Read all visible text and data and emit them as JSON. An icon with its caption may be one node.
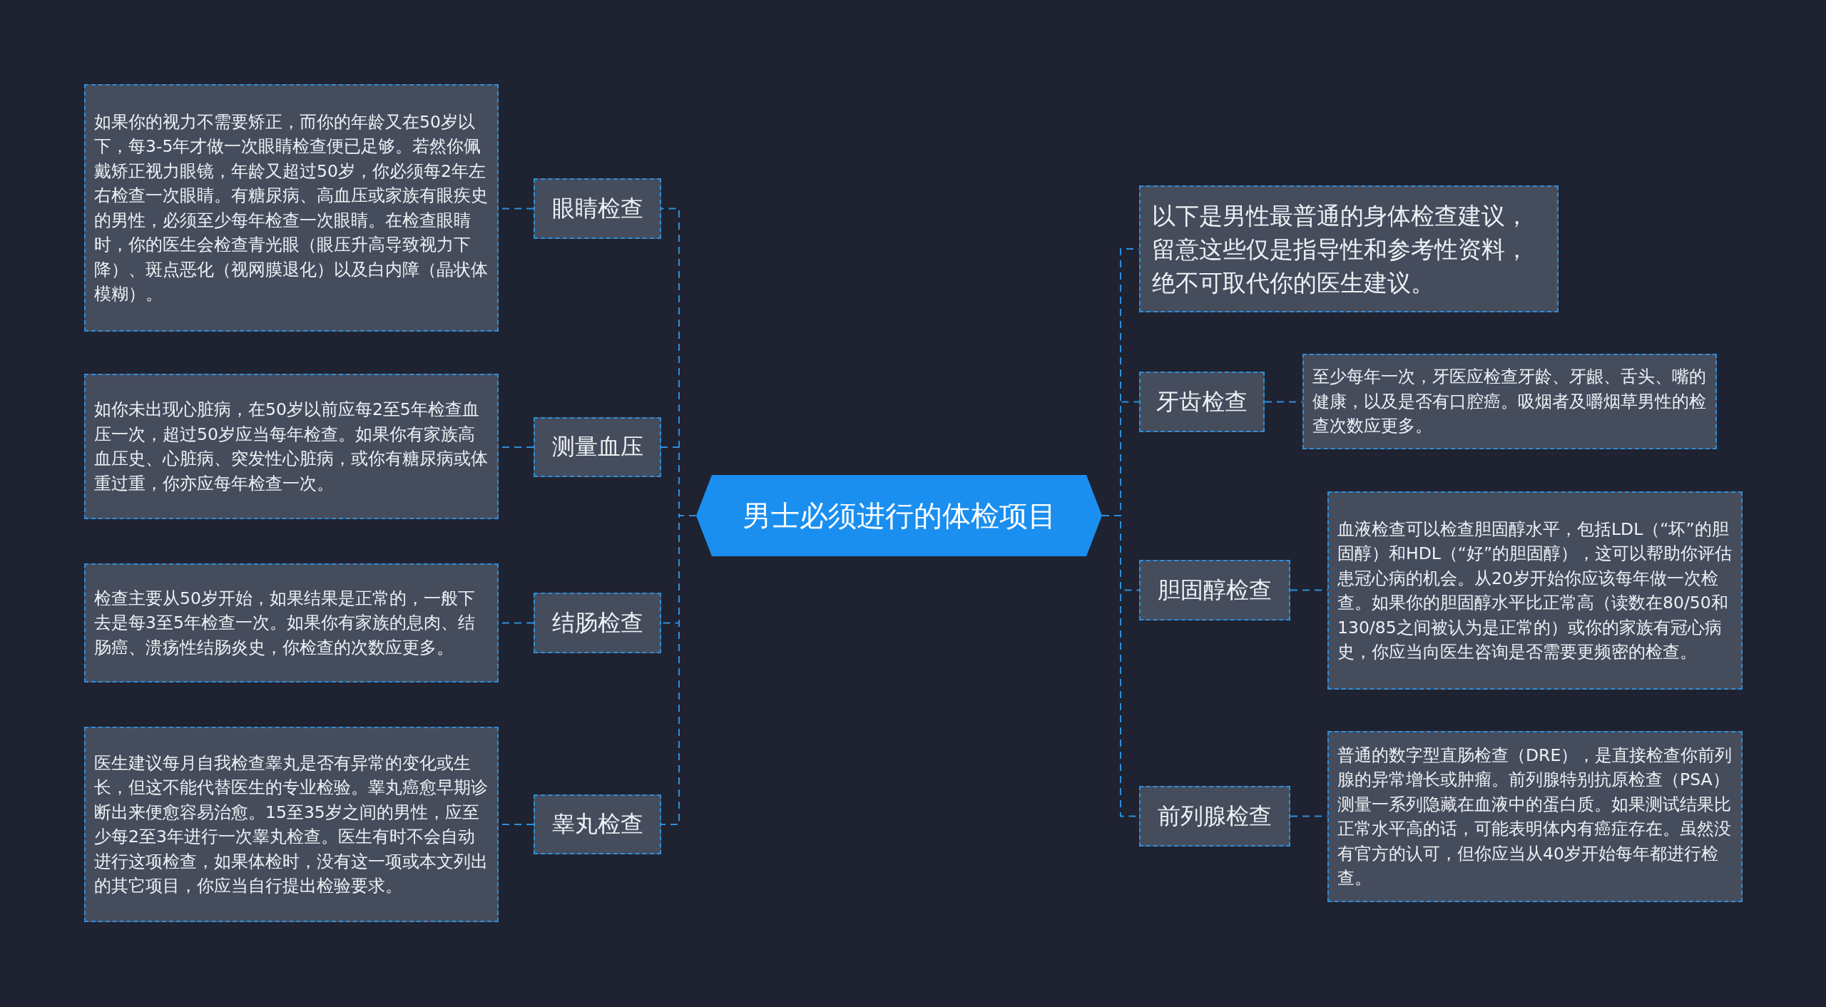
{
  "diagram": {
    "nodes": [
      {
        "text": [
          "男士必须进行的体检项目"
        ]
      },
      {
        "text": [
          "眼睛检查"
        ]
      },
      {
        "text": [
          "如果你的视力不需要矫正，而你的年龄又在50岁以下，每3-5年才做一次眼睛检查便已足够。若然你佩戴矫正视力眼镜，年龄又超过50岁，你必须每2年左右检查一次眼睛。有糖尿病、高血压或家族有眼疾史的男性，必须至少每年检查一次眼睛。在检查眼睛时，你的医生会检查青光眼（眼压升高导致视力下降）、斑点恶化（视网膜退化）以及白内障（晶状体模糊）。"
        ]
      },
      {
        "text": [
          "测量血压"
        ]
      },
      {
        "text": [
          "如你未出现心脏病，在50岁以前应每2至5年检查血压一次，超过50岁应当每年检查。如果你有家族高血压史、心脏病、突发性心脏病，或你有糖尿病或体重过重，你亦应每年检查一次。"
        ]
      },
      {
        "text": [
          "结肠检查"
        ]
      },
      {
        "text": [
          "检查主要从50岁开始，如果结果是正常的，一般下去是每3至5年检查一次。如果你有家族的息肉、结肠癌、溃疡性结肠炎史，你检查的次数应更多。"
        ]
      },
      {
        "text": [
          "睾丸检查"
        ]
      },
      {
        "text": [
          "医生建议每月自我检查睾丸是否有异常的变化或生长，但这不能代替医生的专业检验。睾丸癌愈早期诊断出来便愈容易治愈。15至35岁之间的男性，应至少每2至3年进行一次睾丸检查。医生有时不会自动进行这项检查，如果体检时，没有这一项或本文列出的其它项目，你应当自行提出检验要求。"
        ]
      },
      {
        "text": [
          "以下是男性最普通的身体检查建议，留意这些仅是指导性和参考性资料，绝不可取代你的医生建议。"
        ]
      },
      {
        "text": [
          "牙齿检查"
        ]
      },
      {
        "text": [
          "至少每年一次，牙医应检查牙龄、牙龈、舌头、嘴的健康，以及是否有口腔癌。吸烟者及嚼烟草男性的检查次数应更多。"
        ]
      },
      {
        "text": [
          "胆固醇检查"
        ]
      },
      {
        "text": [
          "血液检查可以检查胆固醇水平，包括LDL（“坏”的胆固醇）和HDL（“好”的胆固醇），这可以帮助你评估患冠心病的机会。从20岁开始你应该每年做一次检查。如果你的胆固醇水平比正常高（读数在80/50和130/85之间被认为是正常的）或你的家族有冠心病史，你应当向医生咨询是否需要更频密的检查。"
        ]
      },
      {
        "text": [
          "前列腺检查"
        ]
      },
      {
        "text": [
          "普通的数字型直肠检查（DRE），是直接检查你前列腺的异常增长或肿瘤。前列腺特别抗原检查（PSA）测量一系列隐藏在血液中的蛋白质。如果测试结果比正常水平高的话，可能表明体内有癌症存在。虽然没有官方的认可，但你应当从40岁开始每年都进行检查。"
        ]
      }
    ],
    "edges": [
      {
        "from": 0,
        "to": 1,
        "arrow": "none"
      },
      {
        "from": 0,
        "to": 3,
        "arrow": "none"
      },
      {
        "from": 0,
        "to": 5,
        "arrow": "none"
      },
      {
        "from": 0,
        "to": 7,
        "arrow": "none"
      },
      {
        "from": 0,
        "to": 9,
        "arrow": "none"
      },
      {
        "from": 0,
        "to": 10,
        "arrow": "none"
      },
      {
        "from": 0,
        "to": 12,
        "arrow": "none"
      },
      {
        "from": 0,
        "to": 14,
        "arrow": "none"
      },
      {
        "from": 1,
        "to": 2,
        "arrow": "none"
      },
      {
        "from": 3,
        "to": 4,
        "arrow": "none"
      },
      {
        "from": 5,
        "to": 6,
        "arrow": "none"
      },
      {
        "from": 7,
        "to": 8,
        "arrow": "none"
      },
      {
        "from": 10,
        "to": 11,
        "arrow": "none"
      },
      {
        "from": 12,
        "to": 13,
        "arrow": "none"
      },
      {
        "from": 14,
        "to": 15,
        "arrow": "none"
      }
    ]
  }
}
